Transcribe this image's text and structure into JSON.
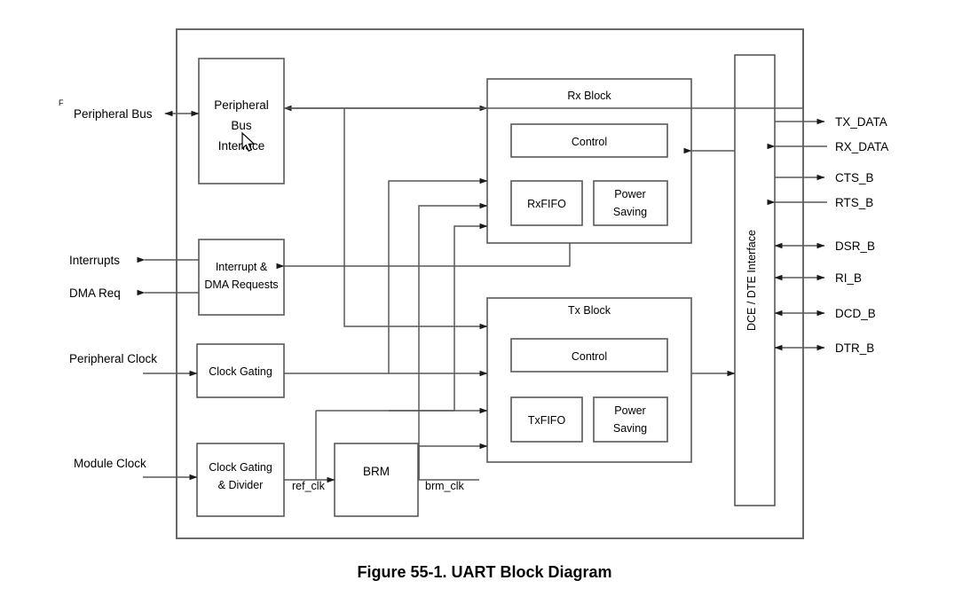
{
  "figure": {
    "caption": "Figure 55-1. UART Block Diagram",
    "stray_char": "F"
  },
  "blocks": {
    "peripheral_bus_interface": {
      "line1": "Peripheral",
      "line2": "Bus",
      "line3": "Interface"
    },
    "interrupt_dma": {
      "line1": "Interrupt &",
      "line2": "DMA Requests"
    },
    "clock_gating": {
      "label": "Clock Gating"
    },
    "clock_gating_divider": {
      "line1": "Clock Gating",
      "line2": "& Divider"
    },
    "brm": {
      "label": "BRM"
    },
    "rx_block": {
      "title": "Rx Block",
      "control": "Control",
      "fifo": "RxFIFO",
      "power_saving_line1": "Power",
      "power_saving_line2": "Saving"
    },
    "tx_block": {
      "title": "Tx Block",
      "control": "Control",
      "fifo": "TxFIFO",
      "power_saving_line1": "Power",
      "power_saving_line2": "Saving"
    },
    "dce_dte_interface": {
      "label": "DCE / DTE Interface"
    }
  },
  "left_ports": [
    {
      "label": "Peripheral Bus",
      "direction": "bidirectional"
    },
    {
      "label": "Interrupts",
      "direction": "output"
    },
    {
      "label": "DMA Req",
      "direction": "output"
    },
    {
      "label": "Peripheral Clock",
      "direction": "input"
    },
    {
      "label": "Module Clock",
      "direction": "input"
    }
  ],
  "right_ports": [
    {
      "label": "TX_DATA",
      "direction": "output"
    },
    {
      "label": "RX_DATA",
      "direction": "input"
    },
    {
      "label": "CTS_B",
      "direction": "output"
    },
    {
      "label": "RTS_B",
      "direction": "input"
    },
    {
      "label": "DSR_B",
      "direction": "bidirectional"
    },
    {
      "label": "RI_B",
      "direction": "bidirectional"
    },
    {
      "label": "DCD_B",
      "direction": "bidirectional"
    },
    {
      "label": "DTR_B",
      "direction": "bidirectional"
    }
  ],
  "wire_labels": [
    {
      "label": "ref_clk"
    },
    {
      "label": "brm_clk"
    }
  ],
  "colors": {
    "background": "#ffffff",
    "line": "#58595b",
    "text": "#000000"
  }
}
